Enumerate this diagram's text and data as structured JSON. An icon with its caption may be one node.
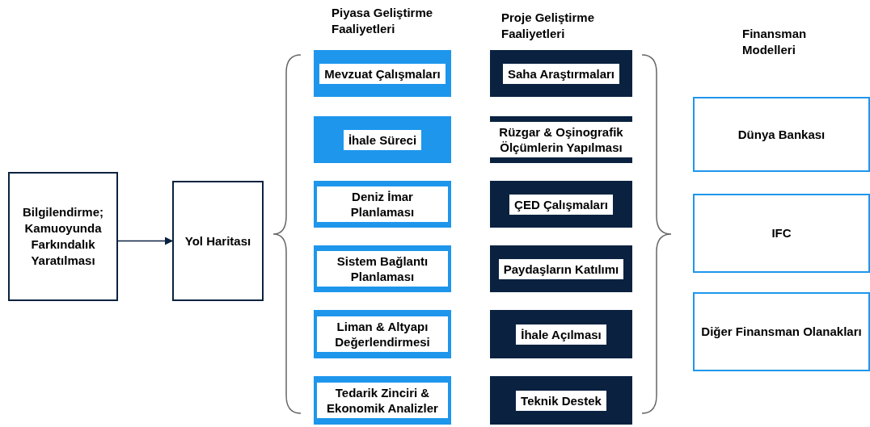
{
  "diagram": {
    "nodes": [
      {
        "text": [
          "Bilgilendirme; Kamuoyunda Farkındalık Yaratılması"
        ]
      },
      {
        "text": [
          "Yol Haritası"
        ]
      },
      {
        "text": [
          "Mevzuat Çalışmaları"
        ]
      },
      {
        "text": [
          "İhale Süreci"
        ]
      },
      {
        "text": [
          "Deniz İmar Planlaması"
        ]
      },
      {
        "text": [
          "Sistem Bağlantı Planlaması"
        ]
      },
      {
        "text": [
          "Liman & Altyapı Değerlendirmesi"
        ]
      },
      {
        "text": [
          "Tedarik Zinciri & Ekonomik Analizler"
        ]
      },
      {
        "text": [
          "Saha Araştırmaları"
        ]
      },
      {
        "text": [
          "Rüzgar & Oşinografik Ölçümlerin Yapılması"
        ]
      },
      {
        "text": [
          "ÇED Çalışmaları"
        ]
      },
      {
        "text": [
          "Paydaşların Katılımı"
        ]
      },
      {
        "text": [
          "İhale Açılması"
        ]
      },
      {
        "text": [
          "Teknik Destek"
        ]
      },
      {
        "text": [
          "Dünya Bankası"
        ]
      },
      {
        "text": [
          "IFC"
        ]
      },
      {
        "text": [
          "Diğer Finansman Olanakları"
        ]
      }
    ],
    "edges": [
      {
        "from": 0,
        "to": 1,
        "arrow": "to"
      }
    ],
    "labels": [
      "Piyasa Geliştirme Faaliyetleri",
      "Proje Geliştirme Faaliyetleri",
      "Finansman Modelleri"
    ]
  }
}
